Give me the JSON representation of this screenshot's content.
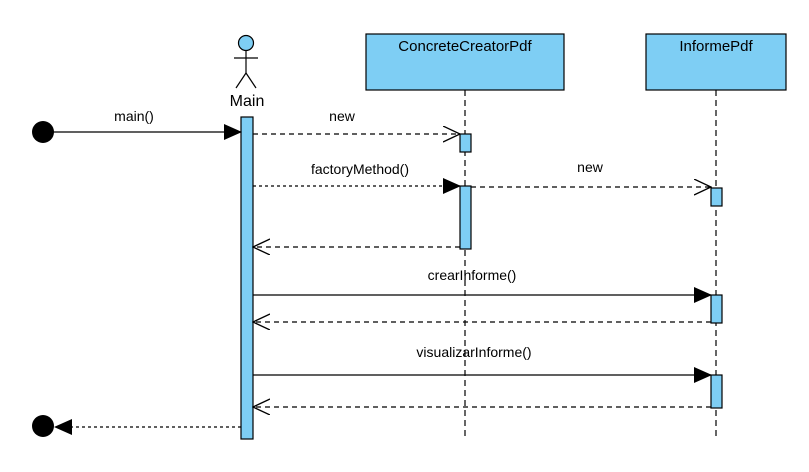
{
  "diagram": {
    "type": "sequence",
    "colors": {
      "fill": "#7ecef4",
      "stroke": "#000000",
      "background": "#ffffff"
    },
    "actor": {
      "name": "Main"
    },
    "participants": [
      {
        "id": "creator",
        "name": "ConcreteCreatorPdf"
      },
      {
        "id": "informe",
        "name": "InformePdf"
      }
    ],
    "messages": [
      {
        "id": "m1",
        "label": "main()",
        "from": "found",
        "to": "Main",
        "kind": "sync"
      },
      {
        "id": "m2",
        "label": "new",
        "from": "Main",
        "to": "ConcreteCreatorPdf",
        "kind": "create"
      },
      {
        "id": "m3",
        "label": "factoryMethod()",
        "from": "Main",
        "to": "ConcreteCreatorPdf",
        "kind": "sync"
      },
      {
        "id": "m4",
        "label": "new",
        "from": "ConcreteCreatorPdf",
        "to": "InformePdf",
        "kind": "create"
      },
      {
        "id": "m5",
        "label": "",
        "from": "ConcreteCreatorPdf",
        "to": "Main",
        "kind": "return"
      },
      {
        "id": "m6",
        "label": "crearInforme()",
        "from": "Main",
        "to": "InformePdf",
        "kind": "sync"
      },
      {
        "id": "m7",
        "label": "",
        "from": "InformePdf",
        "to": "Main",
        "kind": "return"
      },
      {
        "id": "m8",
        "label": "visualizarInforme()",
        "from": "Main",
        "to": "InformePdf",
        "kind": "sync"
      },
      {
        "id": "m9",
        "label": "",
        "from": "InformePdf",
        "to": "Main",
        "kind": "return"
      },
      {
        "id": "m10",
        "label": "",
        "from": "Main",
        "to": "lost",
        "kind": "return"
      }
    ]
  }
}
